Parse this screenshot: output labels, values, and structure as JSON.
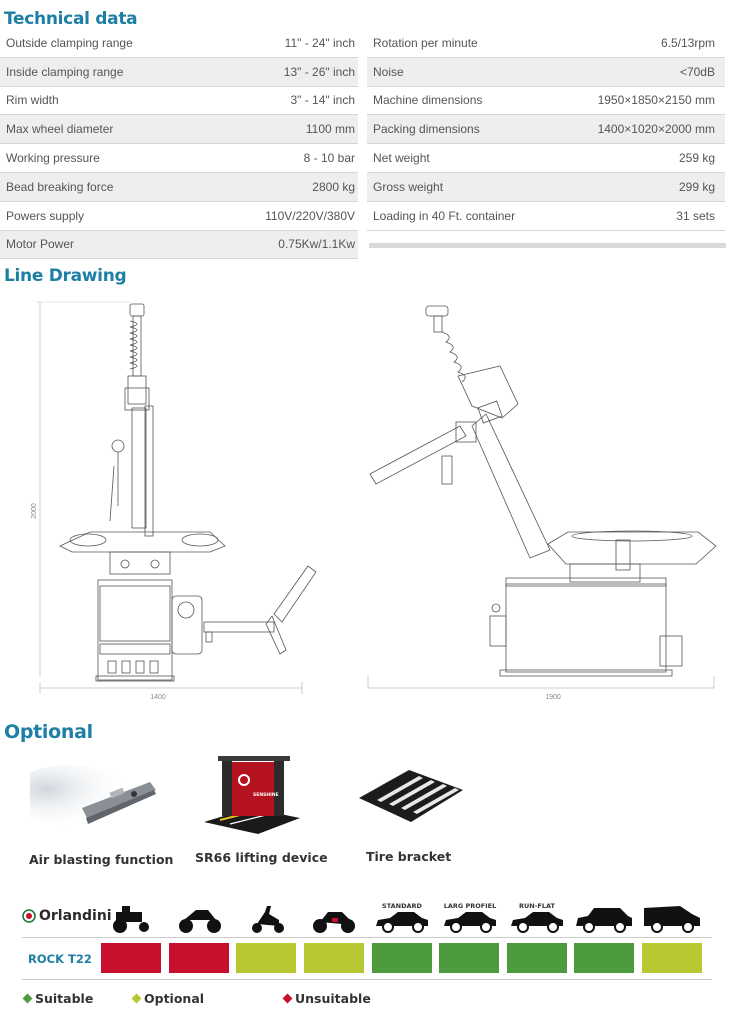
{
  "sections": {
    "technical": "Technical data",
    "drawing": "Line Drawing",
    "optional": "Optional"
  },
  "specs_left": [
    {
      "label": "Outside clamping range",
      "value": "11\" - 24\" inch"
    },
    {
      "label": "Inside clamping range",
      "value": "13\" - 26\" inch"
    },
    {
      "label": "Rim width",
      "value": "3\" - 14\" inch"
    },
    {
      "label": "Max wheel diameter",
      "value": "1100 mm"
    },
    {
      "label": "Working pressure",
      "value": "8 - 10 bar"
    },
    {
      "label": "Bead breaking force",
      "value": "2800 kg"
    },
    {
      "label": "Powers supply",
      "value": "110V/220V/380V"
    },
    {
      "label": "Motor Power",
      "value": "0.75Kw/1.1Kw"
    }
  ],
  "specs_right": [
    {
      "label": "Rotation per minute",
      "value": "6.5/13rpm"
    },
    {
      "label": "Noise",
      "value": "<70dB"
    },
    {
      "label": "Machine dimensions",
      "value": "1950×1850×2150 mm"
    },
    {
      "label": "Packing dimensions",
      "value": "1400×1020×2000 mm"
    },
    {
      "label": "Net weight",
      "value": "259 kg"
    },
    {
      "label": "Gross weight",
      "value": "299 kg"
    },
    {
      "label": "Loading in 40 Ft. container",
      "value": "31 sets"
    }
  ],
  "drawing": {
    "front_height": "2000",
    "front_width": "1400",
    "side_width": "1900"
  },
  "optional_items": [
    {
      "label": "Air blasting function"
    },
    {
      "label": "SR66 lifting device"
    },
    {
      "label": "Tire bracket"
    }
  ],
  "sr66_brand": "SENSHINE",
  "brand": "Orlandini",
  "vehicle_icons": [
    "lawn-tractor-icon",
    "atv-icon",
    "scooter-icon",
    "motorcycle-icon",
    "sedan-icon",
    "sedan-icon",
    "sedan-icon",
    "suv-icon",
    "van-icon"
  ],
  "vehicle_tags": [
    "",
    "",
    "",
    "",
    "STANDARD",
    "LARG PROFIEL",
    "RUN-FLAT",
    "",
    ""
  ],
  "model": "ROCK T22",
  "suitability": [
    "unsuitable",
    "unsuitable",
    "optional",
    "optional",
    "suitable",
    "suitable",
    "suitable",
    "suitable",
    "optional"
  ],
  "colors": {
    "accent": "#1d7fa3",
    "suitable": "#4e9a3f",
    "optional": "#b8c832",
    "unsuitable": "#c8102e"
  },
  "legend": {
    "suitable": "Suitable",
    "optional": "Optional",
    "unsuitable": "Unsuitable"
  }
}
